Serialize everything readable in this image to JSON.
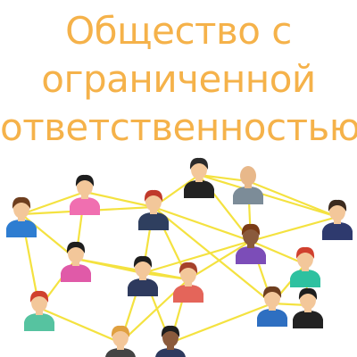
{
  "title": {
    "lines": [
      "Общество с",
      "ограниченной",
      "ответственностью"
    ],
    "color": "#F5B24A"
  },
  "colors": {
    "link": "#F4E240",
    "skin": "#F3C79A",
    "skin_dark": "#8A5A3C"
  },
  "people": [
    {
      "name": "man-suit-top",
      "hair": "#2B2B2B",
      "shirt": "#222222",
      "skin": "#F3C79A"
    },
    {
      "name": "bald-man",
      "hair": null,
      "shirt": "#7C8C98",
      "skin": "#E8B88A"
    },
    {
      "name": "woman-black-hair-left",
      "hair": "#1E1E1E",
      "shirt": "#F06FB0",
      "skin": "#F3C79A"
    },
    {
      "name": "man-red-hair-center",
      "hair": "#C0392B",
      "shirt": "#2F3F5F",
      "skin": "#F3C79A"
    },
    {
      "name": "man-blue-left",
      "hair": "#6E3E1E",
      "shirt": "#2E7DD1",
      "skin": "#F3C79A"
    },
    {
      "name": "bearded-man-right",
      "hair": "#3B2A1E",
      "shirt": "#2E3A6E",
      "skin": "#F3C79A"
    },
    {
      "name": "woman-curly-hair",
      "hair": "#7A3B16",
      "shirt": "#7C4DB8",
      "skin": "#8A5A3C"
    },
    {
      "name": "woman-dark-hair-left",
      "hair": "#1E1E1E",
      "shirt": "#E05AA8",
      "skin": "#F3C79A"
    },
    {
      "name": "man-beard-center",
      "hair": "#1E1E1E",
      "shirt": "#2E3A5E",
      "skin": "#F3C79A"
    },
    {
      "name": "woman-red-hair-center",
      "hair": "#A5402A",
      "shirt": "#E4655A",
      "skin": "#F3C79A"
    },
    {
      "name": "woman-red-hair-right",
      "hair": "#D0402E",
      "shirt": "#2EC1A0",
      "skin": "#F3C79A"
    },
    {
      "name": "woman-red-hair-bottom-left",
      "hair": "#D0402E",
      "shirt": "#56C3A0",
      "skin": "#F3C79A"
    },
    {
      "name": "man-glasses-right",
      "hair": "#6E3E1E",
      "shirt": "#2E6FC1",
      "skin": "#F3C79A"
    },
    {
      "name": "man-tie-right",
      "hair": "#1E1E1E",
      "shirt": "#222222",
      "skin": "#F3C79A"
    },
    {
      "name": "woman-glasses-bottom",
      "hair": "#E0A040",
      "shirt": "#444444",
      "skin": "#F3C79A"
    },
    {
      "name": "man-dark-bottom",
      "hair": "#1E1E1E",
      "shirt": "#2E3A5E",
      "skin": "#8A5A3C"
    }
  ],
  "links": [
    [
      0,
      1
    ],
    [
      0,
      3
    ],
    [
      0,
      6
    ],
    [
      0,
      5
    ],
    [
      1,
      6
    ],
    [
      1,
      5
    ],
    [
      2,
      3
    ],
    [
      2,
      7
    ],
    [
      2,
      4
    ],
    [
      3,
      6
    ],
    [
      3,
      8
    ],
    [
      3,
      9
    ],
    [
      3,
      12
    ],
    [
      4,
      7
    ],
    [
      4,
      11
    ],
    [
      5,
      6
    ],
    [
      6,
      9
    ],
    [
      6,
      10
    ],
    [
      6,
      12
    ],
    [
      6,
      8
    ],
    [
      7,
      8
    ],
    [
      7,
      11
    ],
    [
      8,
      9
    ],
    [
      8,
      14
    ],
    [
      8,
      15
    ],
    [
      9,
      14
    ],
    [
      9,
      15
    ],
    [
      10,
      12
    ],
    [
      10,
      13
    ],
    [
      11,
      14
    ],
    [
      12,
      15
    ],
    [
      12,
      13
    ],
    [
      4,
      3
    ],
    [
      7,
      9
    ]
  ]
}
